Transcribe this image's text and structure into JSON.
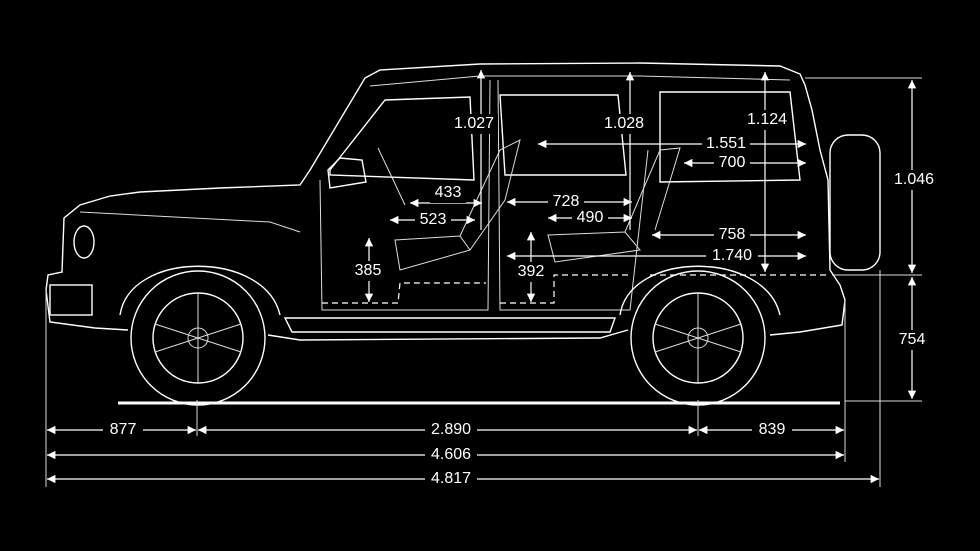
{
  "dimensions": {
    "headroom_front": "1.027",
    "headroom_middle": "1.028",
    "headroom_rear": "1.124",
    "cargo_length_upper": "1.551",
    "cargo_length_top": "700",
    "rear_height_upper": "1.046",
    "front_legroom_a": "433",
    "front_legroom_b": "523",
    "rear_legroom_a": "728",
    "rear_legroom_b": "490",
    "cargo_length_floor": "758",
    "cargo_length_max": "1.740",
    "front_seat_height": "385",
    "rear_seat_height": "392",
    "rear_height_lower": "754",
    "front_overhang": "877",
    "wheelbase": "2.890",
    "rear_overhang": "839",
    "length_without_spare": "4.606",
    "length_total": "4.817"
  },
  "colors": {
    "background": "#000000",
    "lines": "#ffffff"
  }
}
